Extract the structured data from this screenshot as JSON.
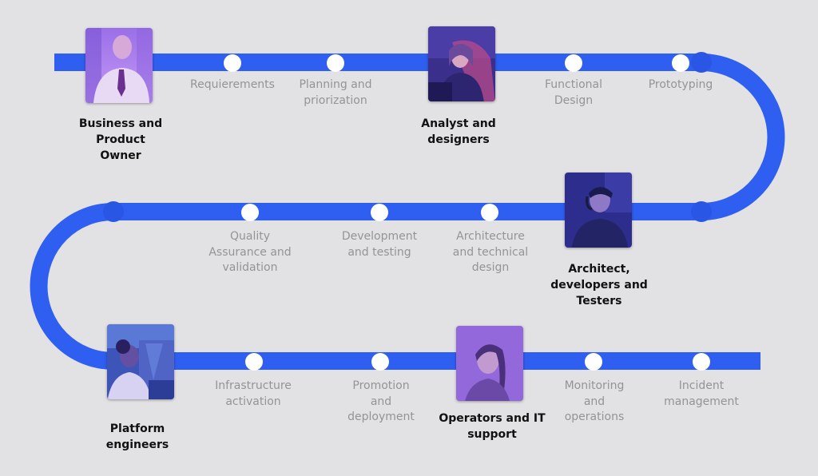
{
  "colors": {
    "track": "#2f5ff0",
    "dot": "#ffffff",
    "background": "#e2e2e4",
    "step_text": "#949494",
    "role_text": "#111111"
  },
  "roles": [
    {
      "label": "Business and\nProduct\nOwner",
      "portrait": "business-owner-portrait"
    },
    {
      "label": "Analyst and\ndesigners",
      "portrait": "analyst-designer-portrait"
    },
    {
      "label": "Architect,\ndevelopers and\nTesters",
      "portrait": "architect-developer-portrait"
    },
    {
      "label": "Platform\nengineers",
      "portrait": "platform-engineer-portrait"
    },
    {
      "label": "Operators and IT\nsupport",
      "portrait": "operator-support-portrait"
    }
  ],
  "steps": [
    {
      "label": "Requierements"
    },
    {
      "label": "Planning and\npriorization"
    },
    {
      "label": "Functional\nDesign"
    },
    {
      "label": "Prototyping"
    },
    {
      "label": "Architecture\nand technical\ndesign"
    },
    {
      "label": "Development\nand testing"
    },
    {
      "label": "Quality\nAssurance and\nvalidation"
    },
    {
      "label": "Infrastructure\nactivation"
    },
    {
      "label": "Promotion\nand\ndeployment"
    },
    {
      "label": "Monitoring\nand\noperations"
    },
    {
      "label": "Incident\nmanagement"
    }
  ]
}
